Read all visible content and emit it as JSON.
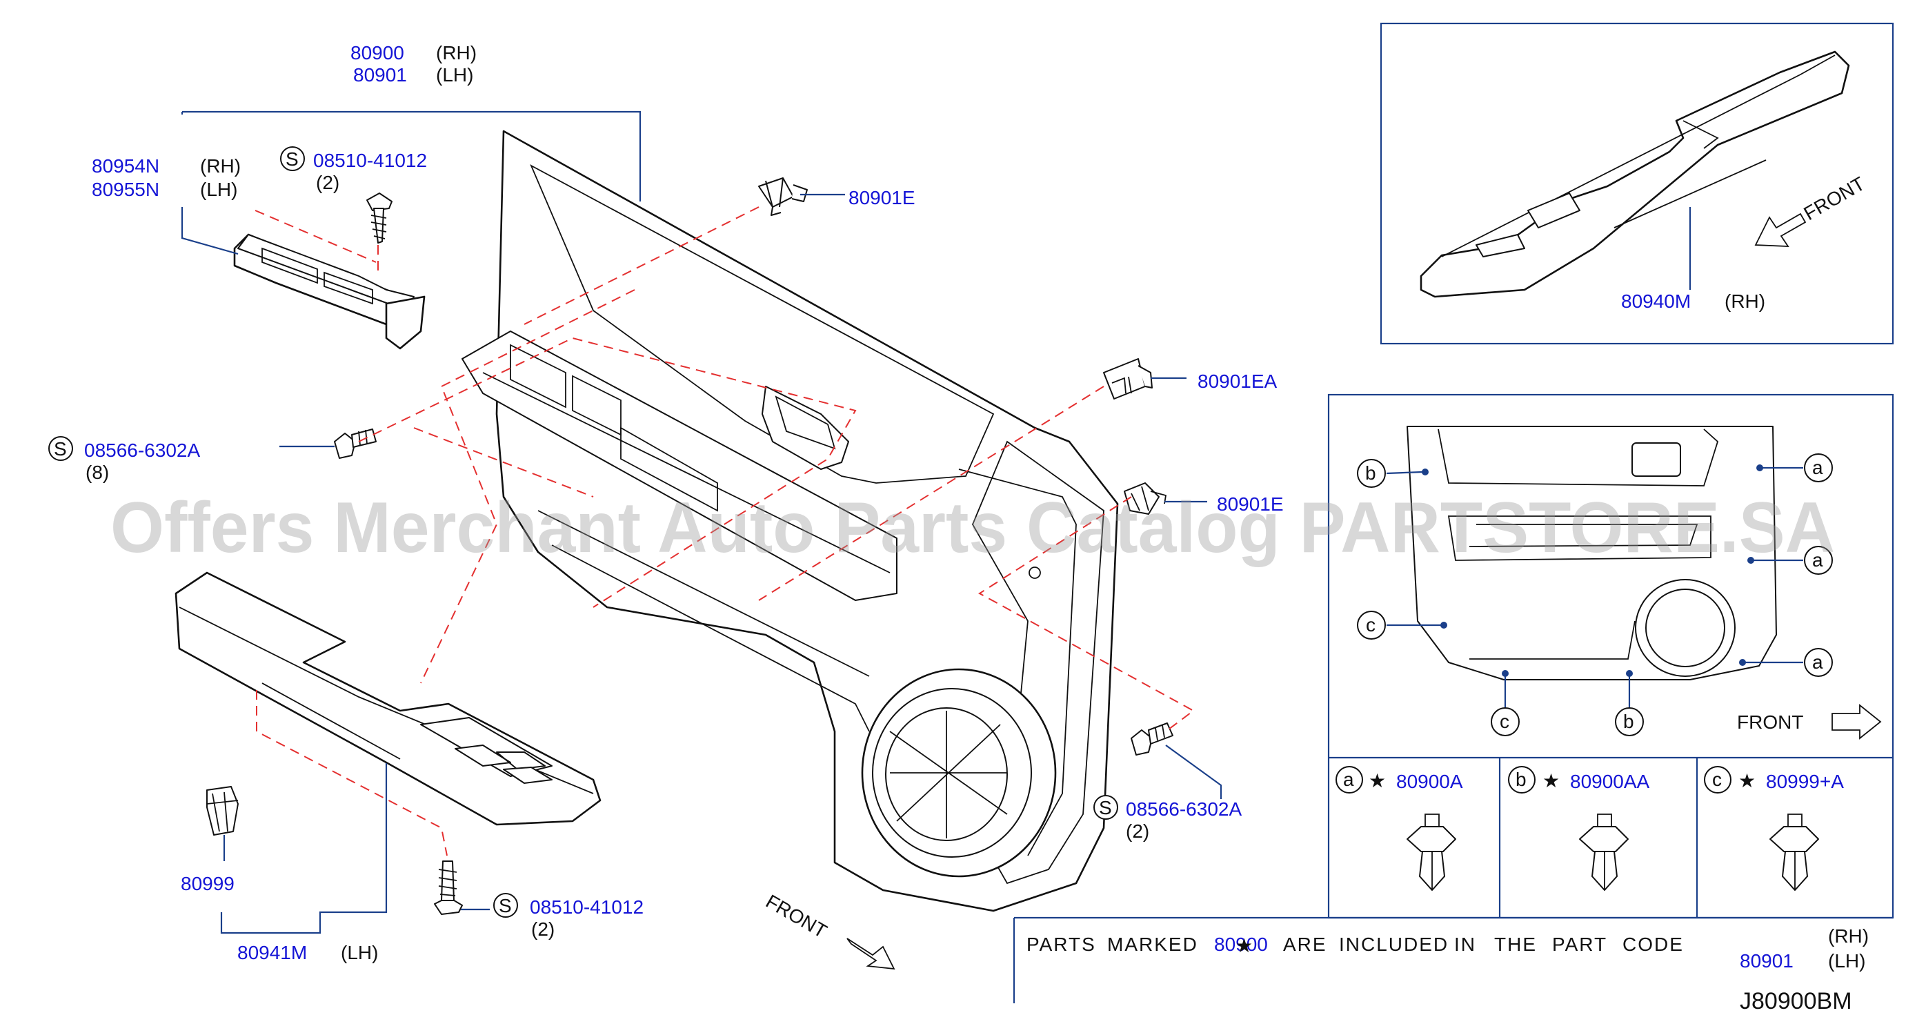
{
  "diagram_code": "J80900BM",
  "watermark": "Offers Merchant Auto Parts Catalog PARTSTORE.SA",
  "labels": {
    "p80900": "80900",
    "p80900_side": "(RH)",
    "p80901": "80901",
    "p80901_side": "(LH)",
    "p80954n": "80954N",
    "p80954n_side": "(RH)",
    "p80955n": "80955N",
    "p80955n_side": "(LH)",
    "screw_top": "08510-41012",
    "screw_top_qty": "(2)",
    "clip_e_top": "80901E",
    "bolt_left": "08566-6302A",
    "bolt_left_qty": "(8)",
    "clip_ea": "80901EA",
    "clip_e_mid": "80901E",
    "bolt_right": "08566-6302A",
    "bolt_right_qty": "(2)",
    "screw_bottom": "08510-41012",
    "screw_bottom_qty": "(2)",
    "clip_80999": "80999",
    "p80941m": "80941M",
    "p80941m_side": "(LH)",
    "front_main": "FRONT",
    "s_symbol": "S"
  },
  "inset_top": {
    "part": "80940M",
    "side": "(RH)",
    "front": "FRONT"
  },
  "inset_clips": {
    "letters": [
      "a",
      "b",
      "c"
    ],
    "front": "FRONT",
    "star": "★",
    "clips": [
      {
        "letter": "a",
        "part": "80900A"
      },
      {
        "letter": "b",
        "part": "80900AA"
      },
      {
        "letter": "c",
        "part": "80999+A"
      }
    ]
  },
  "note": {
    "text_1": "PARTS",
    "text_2": "MARKED",
    "code_a": "80900",
    "text_3": "ARE",
    "text_4": "INCLUDED",
    "text_5": "IN",
    "text_6": "THE",
    "text_7": "PART",
    "text_8": "CODE",
    "rh": "(RH)",
    "code_b": "80901",
    "lh": "(LH)"
  }
}
